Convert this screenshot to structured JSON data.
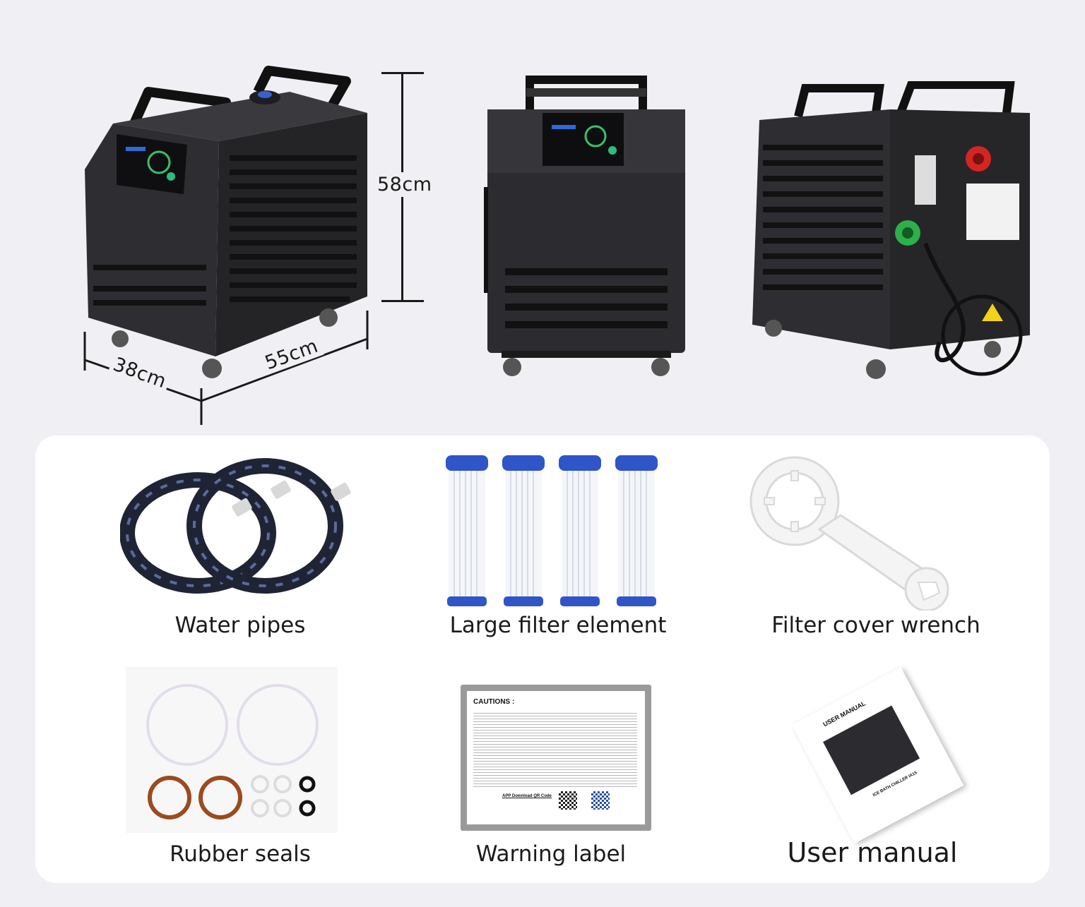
{
  "dimensions": {
    "height": "58cm",
    "width": "38cm",
    "depth": "55cm"
  },
  "accessories": [
    {
      "label": "Water pipes",
      "icon": "water-pipes-image"
    },
    {
      "label": "Large filter element",
      "icon": "filter-cartridges-image"
    },
    {
      "label": "Filter cover wrench",
      "icon": "wrench-image"
    },
    {
      "label": "Rubber seals",
      "icon": "rubber-seals-image"
    },
    {
      "label": "Warning label",
      "icon": "warning-label-image"
    },
    {
      "label": "User manual",
      "icon": "user-manual-image"
    }
  ],
  "warning_label": {
    "title": "CAUTIONS :",
    "qr_title": "APP Download QR Code"
  },
  "manual": {
    "title": "USER MANUAL",
    "subtitle": "ICE BATH CHILLER IA15"
  },
  "colors": {
    "background": "#f0f0f4",
    "card": "#ffffff",
    "chiller_body": "#2b2b2e",
    "filter_cap": "#2f55c8"
  }
}
